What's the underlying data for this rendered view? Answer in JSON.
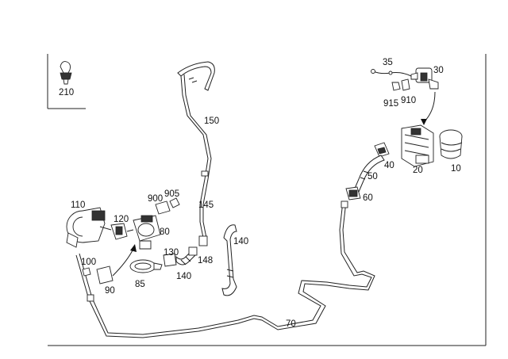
{
  "diagram": {
    "labels": {
      "p210": "210",
      "p35": "35",
      "p30": "30",
      "p915": "915",
      "p910": "910",
      "p150": "150",
      "p40": "40",
      "p20": "20",
      "p10": "10",
      "p50": "50",
      "p60": "60",
      "p900": "900",
      "p905": "905",
      "p110": "110",
      "p145": "145",
      "p120": "120",
      "p80": "80",
      "p140a": "140",
      "p100": "100",
      "p130": "130",
      "p148": "148",
      "p140b": "140",
      "p85": "85",
      "p90": "90",
      "p70": "70"
    }
  }
}
